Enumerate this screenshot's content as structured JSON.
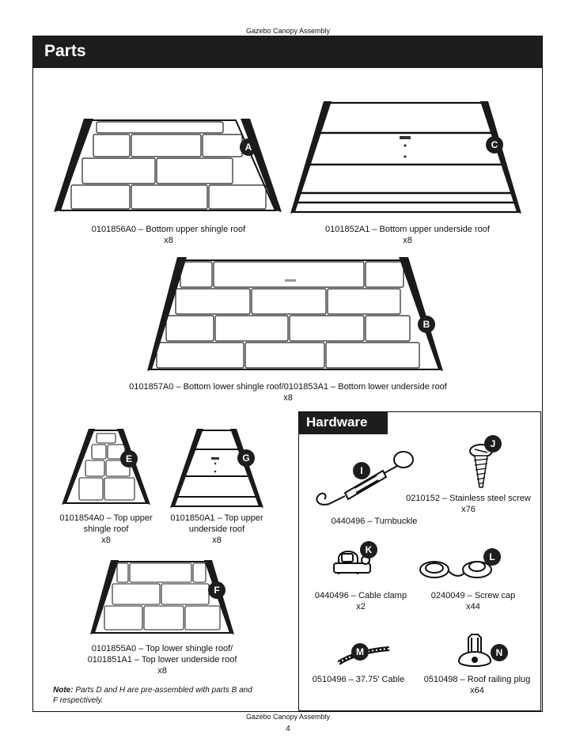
{
  "header": {
    "title": "Gazebo Canopy Assembly"
  },
  "parts": {
    "title": "Parts",
    "items": [
      {
        "letter": "A",
        "code": "0101856A0 – Bottom upper shingle roof",
        "qty": "x8"
      },
      {
        "letter": "C",
        "code": "0101852A1 – Bottom upper underside roof",
        "qty": "x8"
      },
      {
        "letter": "B",
        "code": "0101857A0 – Bottom lower shingle roof/0101853A1 – Bottom lower underside roof",
        "qty": "x8"
      },
      {
        "letter": "E",
        "code_line1": "0101854A0 – Top upper",
        "code_line2": "shingle roof",
        "qty": "x8"
      },
      {
        "letter": "G",
        "code_line1": "0101850A1 – Top upper",
        "code_line2": "underside roof",
        "qty": "x8"
      },
      {
        "letter": "F",
        "code_line1": "0101855A0 – Top lower shingle roof/",
        "code_line2": "0101851A1 – Top lower underside roof",
        "qty": "x8"
      }
    ],
    "note_label": "Note:",
    "note_text": " Parts D and H are pre-assembled with parts B and F respectively."
  },
  "hardware": {
    "title": "Hardware",
    "items": [
      {
        "letter": "I",
        "label": "0440496 – Turnbuckle",
        "qty": ""
      },
      {
        "letter": "J",
        "label": "0210152 – Stainless steel screw",
        "qty": "x76"
      },
      {
        "letter": "K",
        "label": "0440496 – Cable clamp",
        "qty": "x2"
      },
      {
        "letter": "L",
        "label": "0240049 – Screw cap",
        "qty": "x44"
      },
      {
        "letter": "M",
        "label": "0510496 – 37.75' Cable",
        "qty": ""
      },
      {
        "letter": "N",
        "label": "0510498 – Roof railing plug",
        "qty": "x64"
      }
    ]
  },
  "footer": {
    "title": "Gazebo Canopy Assembly",
    "page_number": "4"
  }
}
